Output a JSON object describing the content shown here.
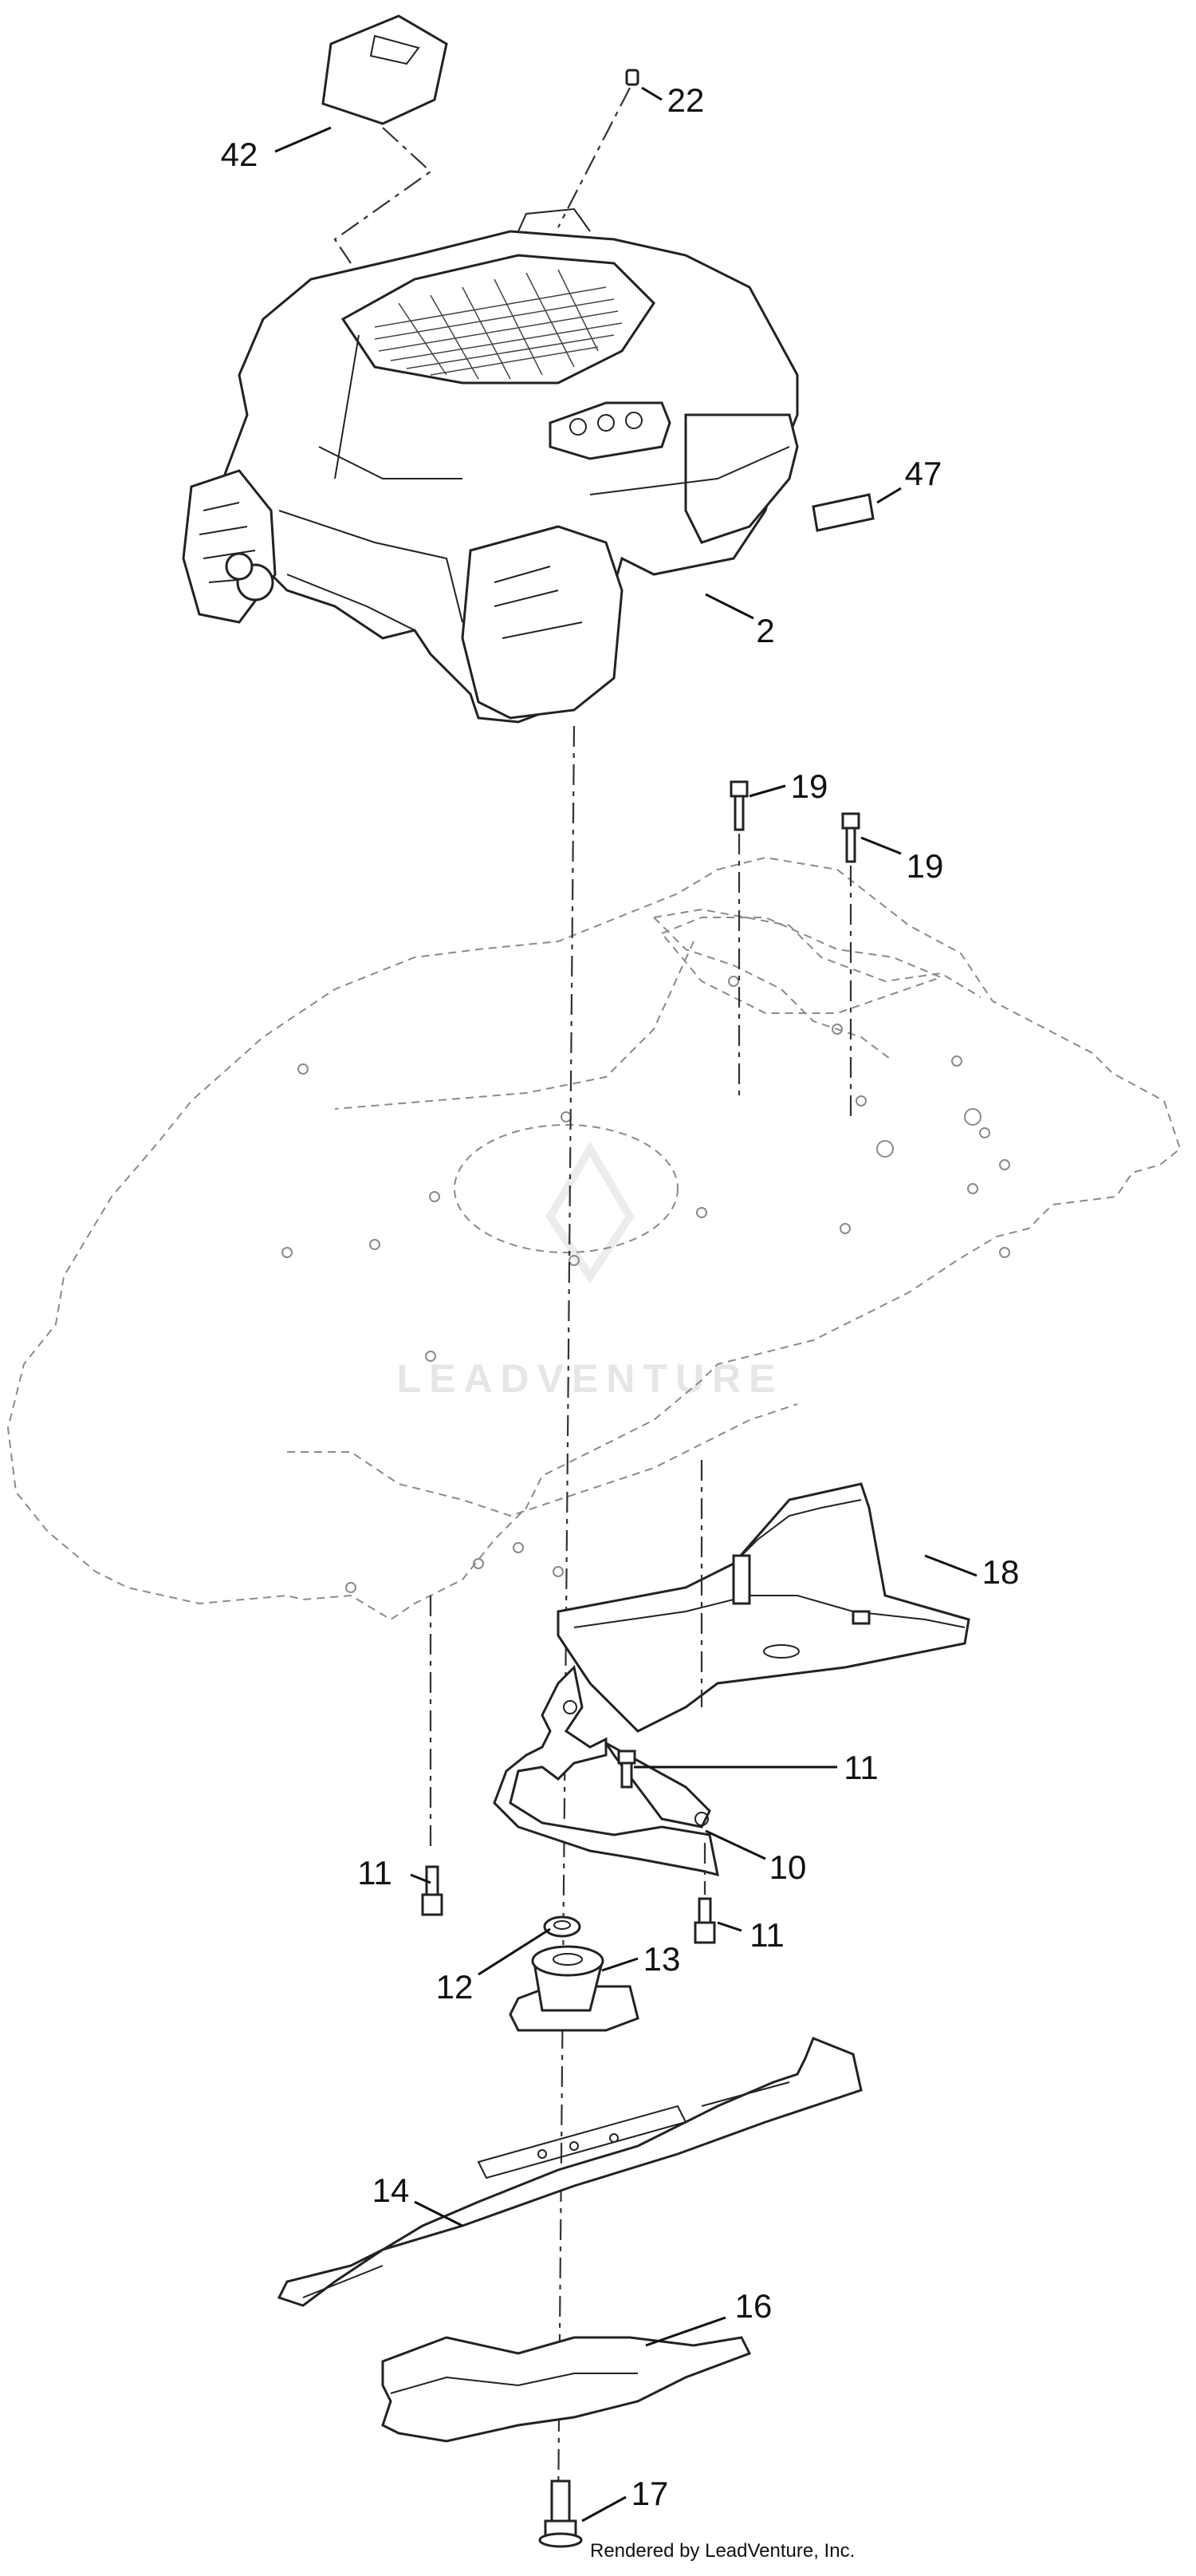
{
  "diagram": {
    "callouts": [
      {
        "id": "c42",
        "label": "42"
      },
      {
        "id": "c22",
        "label": "22"
      },
      {
        "id": "c47",
        "label": "47"
      },
      {
        "id": "c2",
        "label": "2"
      },
      {
        "id": "c19a",
        "label": "19"
      },
      {
        "id": "c19b",
        "label": "19"
      },
      {
        "id": "c18",
        "label": "18"
      },
      {
        "id": "c11a",
        "label": "11"
      },
      {
        "id": "c11b",
        "label": "11"
      },
      {
        "id": "c10",
        "label": "10"
      },
      {
        "id": "c11c",
        "label": "11"
      },
      {
        "id": "c12",
        "label": "12"
      },
      {
        "id": "c13",
        "label": "13"
      },
      {
        "id": "c14",
        "label": "14"
      },
      {
        "id": "c16",
        "label": "16"
      },
      {
        "id": "c17",
        "label": "17"
      }
    ],
    "watermark": "LEADVENTURE",
    "credit": "Rendered by LeadVenture, Inc."
  }
}
